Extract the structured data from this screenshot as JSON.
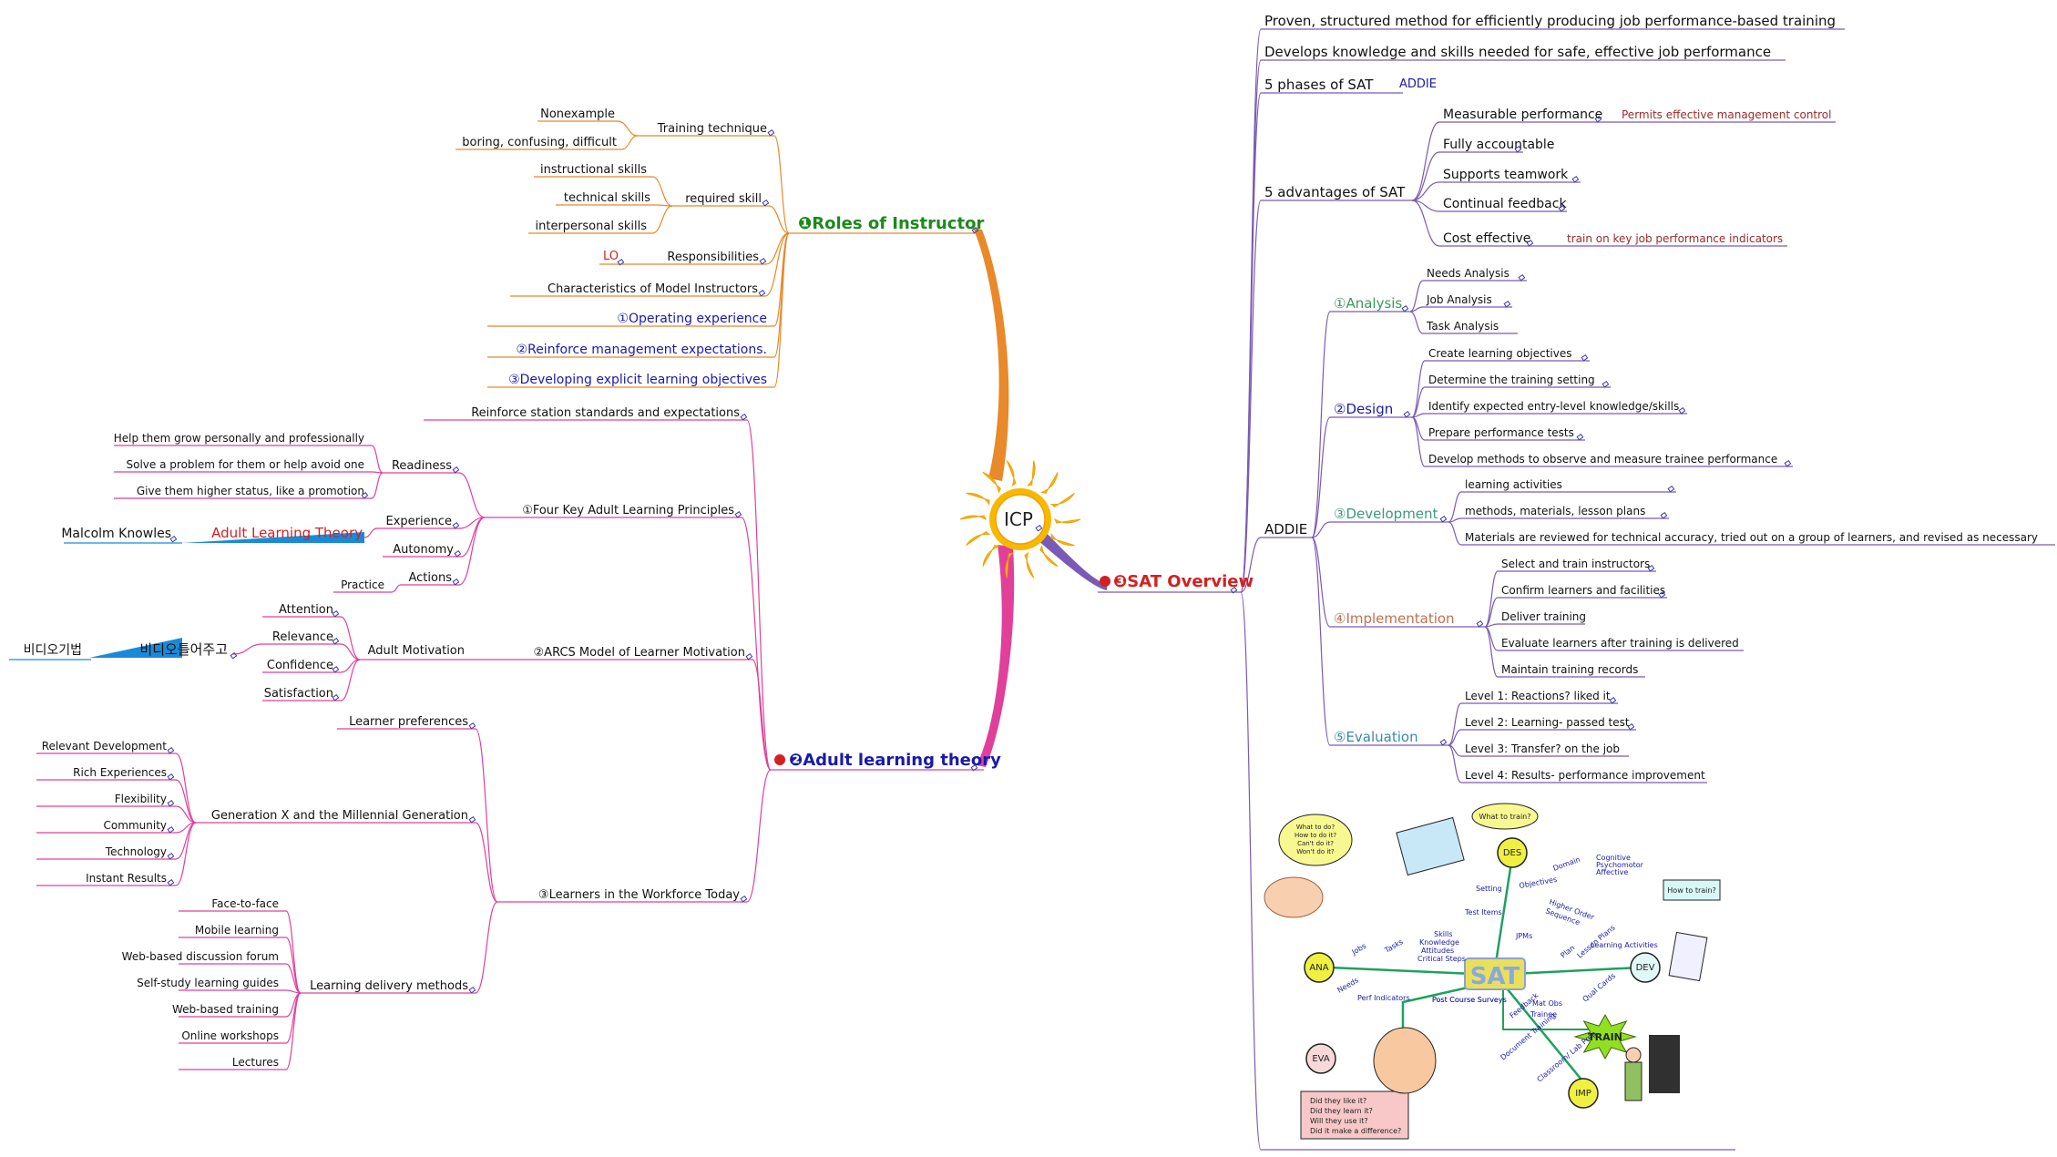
{
  "center": {
    "label": "ICP"
  },
  "colors": {
    "orange": "#e8892a",
    "pink": "#e0409a",
    "purple": "#7a5ab4",
    "green": "#3a9a3a",
    "blue": "#1a1aa8",
    "red": "#d42020",
    "dark_red": "#9a2a2a",
    "navy_link": "#3a3aa8"
  },
  "roles_branch": {
    "title": "❶Roles of Instructor",
    "training_technique": {
      "label": "Training technique",
      "children": [
        "Nonexample",
        "boring, confusing, difficult"
      ]
    },
    "required_skill": {
      "label": "required skill",
      "children": [
        "instructional skills",
        "technical skills",
        "interpersonal skills"
      ]
    },
    "responsibilities": {
      "label": "Responsibilities",
      "note": "LO"
    },
    "characteristics": "Characteristics of Model Instructors",
    "items": [
      "①Operating experience",
      "②Reinforce management expectations.",
      "③Developing explicit learning objectives"
    ]
  },
  "adult_branch": {
    "title": "❷Adult learning theory",
    "reinforce": "Reinforce station standards and expectations",
    "principles": {
      "label": "①Four Key Adult Learning Principles",
      "readiness": {
        "label": "Readiness",
        "children": [
          "Help them grow personally and professionally",
          "Solve a problem for them or help avoid one",
          "Give them higher status, like a promotion"
        ]
      },
      "experience": "Experience",
      "autonomy": "Autonomy",
      "actions": "Actions",
      "practice": "Practice",
      "adult_theory": "Adult Learning Theory",
      "knowles": "Malcolm Knowles"
    },
    "arcs": {
      "label": "②ARCS Model of Learner Motivation",
      "motivation": "Adult Motivation",
      "children": [
        "Attention",
        "Relevance",
        "Confidence",
        "Satisfaction"
      ],
      "korean_video": "비디오틀어주고",
      "korean_tech": "비디오기법"
    },
    "workforce": {
      "label": "③Learners in the Workforce Today",
      "preferences": "Learner preferences",
      "genx": {
        "label": "Generation X and the Millennial Generation",
        "children": [
          "Relevant Development",
          "Rich Experiences",
          "Flexibility",
          "Community",
          "Technology",
          "Instant Results"
        ]
      },
      "delivery": {
        "label": "Learning delivery methods",
        "children": [
          "Face-to-face",
          "Mobile learning",
          "Web-based discussion forum",
          "Self-study learning guides",
          "Web-based training",
          "Online workshops",
          "Lectures"
        ]
      }
    }
  },
  "sat_branch": {
    "title": "❸SAT Overview",
    "top": [
      "Proven, structured method for efficiently producing job performance-based training",
      "Develops knowledge and skills needed for safe, effective job performance"
    ],
    "phases": {
      "label": "5 phases of SAT",
      "note": "ADDIE"
    },
    "advantages": {
      "label": "5 advantages of SAT",
      "children": [
        "Measurable performance",
        "Fully accountable",
        "Supports teamwork",
        "Continual feedback",
        "Cost effective"
      ],
      "note_measurable": "Permits effective management control",
      "note_cost": "train on key job performance indicators"
    },
    "addie": {
      "label": "ADDIE",
      "analysis": {
        "label": "①Analysis",
        "children": [
          "Needs Analysis",
          "Job Analysis",
          "Task Analysis"
        ]
      },
      "design": {
        "label": "②Design",
        "children": [
          "Create learning objectives",
          "Determine the training setting",
          "Identify expected entry-level knowledge/skills",
          "Prepare performance tests",
          "Develop methods to observe and measure trainee performance"
        ]
      },
      "development": {
        "label": "③Development",
        "children": [
          "learning activities",
          "methods, materials, lesson plans",
          "Materials are reviewed for technical accuracy, tried out on a group of learners, and revised as necessary"
        ]
      },
      "implementation": {
        "label": "④Implementation",
        "children": [
          "Select and train instructors",
          "Confirm learners and facilities",
          "Deliver training",
          "Evaluate learners after training is delivered",
          "Maintain training records"
        ]
      },
      "evaluation": {
        "label": "⑤Evaluation",
        "children": [
          "Level 1: Reactions? liked it",
          "Level 2: Learning- passed test",
          "Level 3: Transfer? on the job",
          "Level 4: Results- performance improvement"
        ]
      }
    }
  },
  "sat_image": {
    "center": "SAT",
    "nodes": [
      "ANA",
      "DES",
      "DEV",
      "IMP",
      "EVA"
    ],
    "train": "TRAIN",
    "bubble_what_to_do": [
      "What to do?",
      "How to do it?",
      "Can't do it?",
      "Won't do it?"
    ],
    "bubble_what_to_train": "What to train?",
    "bubble_how_to_train": "How to train?",
    "eval_box": [
      "Did they like it?",
      "Did they learn it?",
      "Will they use it?",
      "Did it make a difference?"
    ],
    "labels": {
      "needs": "Needs",
      "jobs": "Jobs",
      "tasks": "Tasks",
      "skills": "Skills",
      "knowledge": "Knowledge",
      "attitudes": "Attitudes",
      "critical": "Critical Steps",
      "setting": "Setting",
      "objectives": "Objectives",
      "domain": "Domain",
      "cognitive": "Cognitive",
      "psychomotor": "Psychomotor",
      "affective": "Affective",
      "higher_order": "Higher Order",
      "sequence": "Sequence",
      "test_items": "Test Items",
      "jpms": "JPMs",
      "plan": "Plan",
      "lesson_plans": "Lesson Plans",
      "learning_activities": "Learning Activities",
      "qual_cards": "Qual Cards",
      "perf_indicators": "Perf Indicators",
      "post_course": "Post Course Surveys",
      "feedback": "Feedback",
      "mat_obs": "Mat Obs",
      "trainee": "Trainee",
      "document_training": "Document Training",
      "classroom_lab_prep": "Classroom/ Lab Prep"
    }
  }
}
